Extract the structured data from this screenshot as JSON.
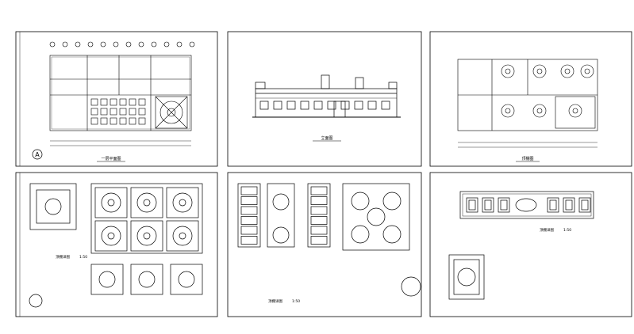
{
  "sheet": {
    "panels": [
      {
        "id": "floor-plan",
        "title": "一层平面图"
      },
      {
        "id": "elevation",
        "title": "立面图"
      },
      {
        "id": "ceiling-plan",
        "title": "顶棚图"
      },
      {
        "id": "ceiling-detail-a",
        "title": "顶棚详图"
      },
      {
        "id": "ceiling-detail-b",
        "title": "顶棚详图"
      },
      {
        "id": "ceiling-detail-c",
        "title": "顶棚详图"
      }
    ],
    "north_label": "A",
    "scale_note": "1:50"
  }
}
